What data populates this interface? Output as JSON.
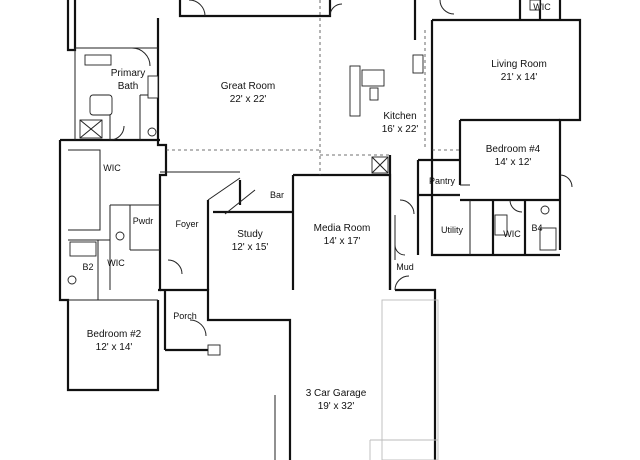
{
  "plan": {
    "rooms": [
      {
        "id": "wic-top",
        "name": "WIC",
        "dim": ""
      },
      {
        "id": "primary-bath",
        "name": "Primary Bath",
        "dim": ""
      },
      {
        "id": "great-room",
        "name": "Great Room",
        "dim": "22' x 22'"
      },
      {
        "id": "living-room",
        "name": "Living Room",
        "dim": "21' x 14'"
      },
      {
        "id": "kitchen",
        "name": "Kitchen",
        "dim": "16' x 22'"
      },
      {
        "id": "bedroom-4",
        "name": "Bedroom #4",
        "dim": "14' x 12'"
      },
      {
        "id": "wic-left",
        "name": "WIC",
        "dim": ""
      },
      {
        "id": "bar",
        "name": "Bar",
        "dim": ""
      },
      {
        "id": "pantry",
        "name": "Pantry",
        "dim": ""
      },
      {
        "id": "pwdr",
        "name": "Pwdr",
        "dim": ""
      },
      {
        "id": "foyer",
        "name": "Foyer",
        "dim": ""
      },
      {
        "id": "media-room",
        "name": "Media Room",
        "dim": "14' x 17'"
      },
      {
        "id": "utility",
        "name": "Utility",
        "dim": ""
      },
      {
        "id": "wic-b4",
        "name": "WIC",
        "dim": ""
      },
      {
        "id": "b4",
        "name": "B4",
        "dim": ""
      },
      {
        "id": "study",
        "name": "Study",
        "dim": "12' x 15'"
      },
      {
        "id": "b2",
        "name": "B2",
        "dim": ""
      },
      {
        "id": "wic-b2",
        "name": "WIC",
        "dim": ""
      },
      {
        "id": "mud",
        "name": "Mud",
        "dim": ""
      },
      {
        "id": "porch",
        "name": "Porch",
        "dim": ""
      },
      {
        "id": "bedroom-2",
        "name": "Bedroom #2",
        "dim": "12' x 14'"
      },
      {
        "id": "garage",
        "name": "3 Car Garage",
        "dim": "19' x 32'"
      }
    ]
  }
}
